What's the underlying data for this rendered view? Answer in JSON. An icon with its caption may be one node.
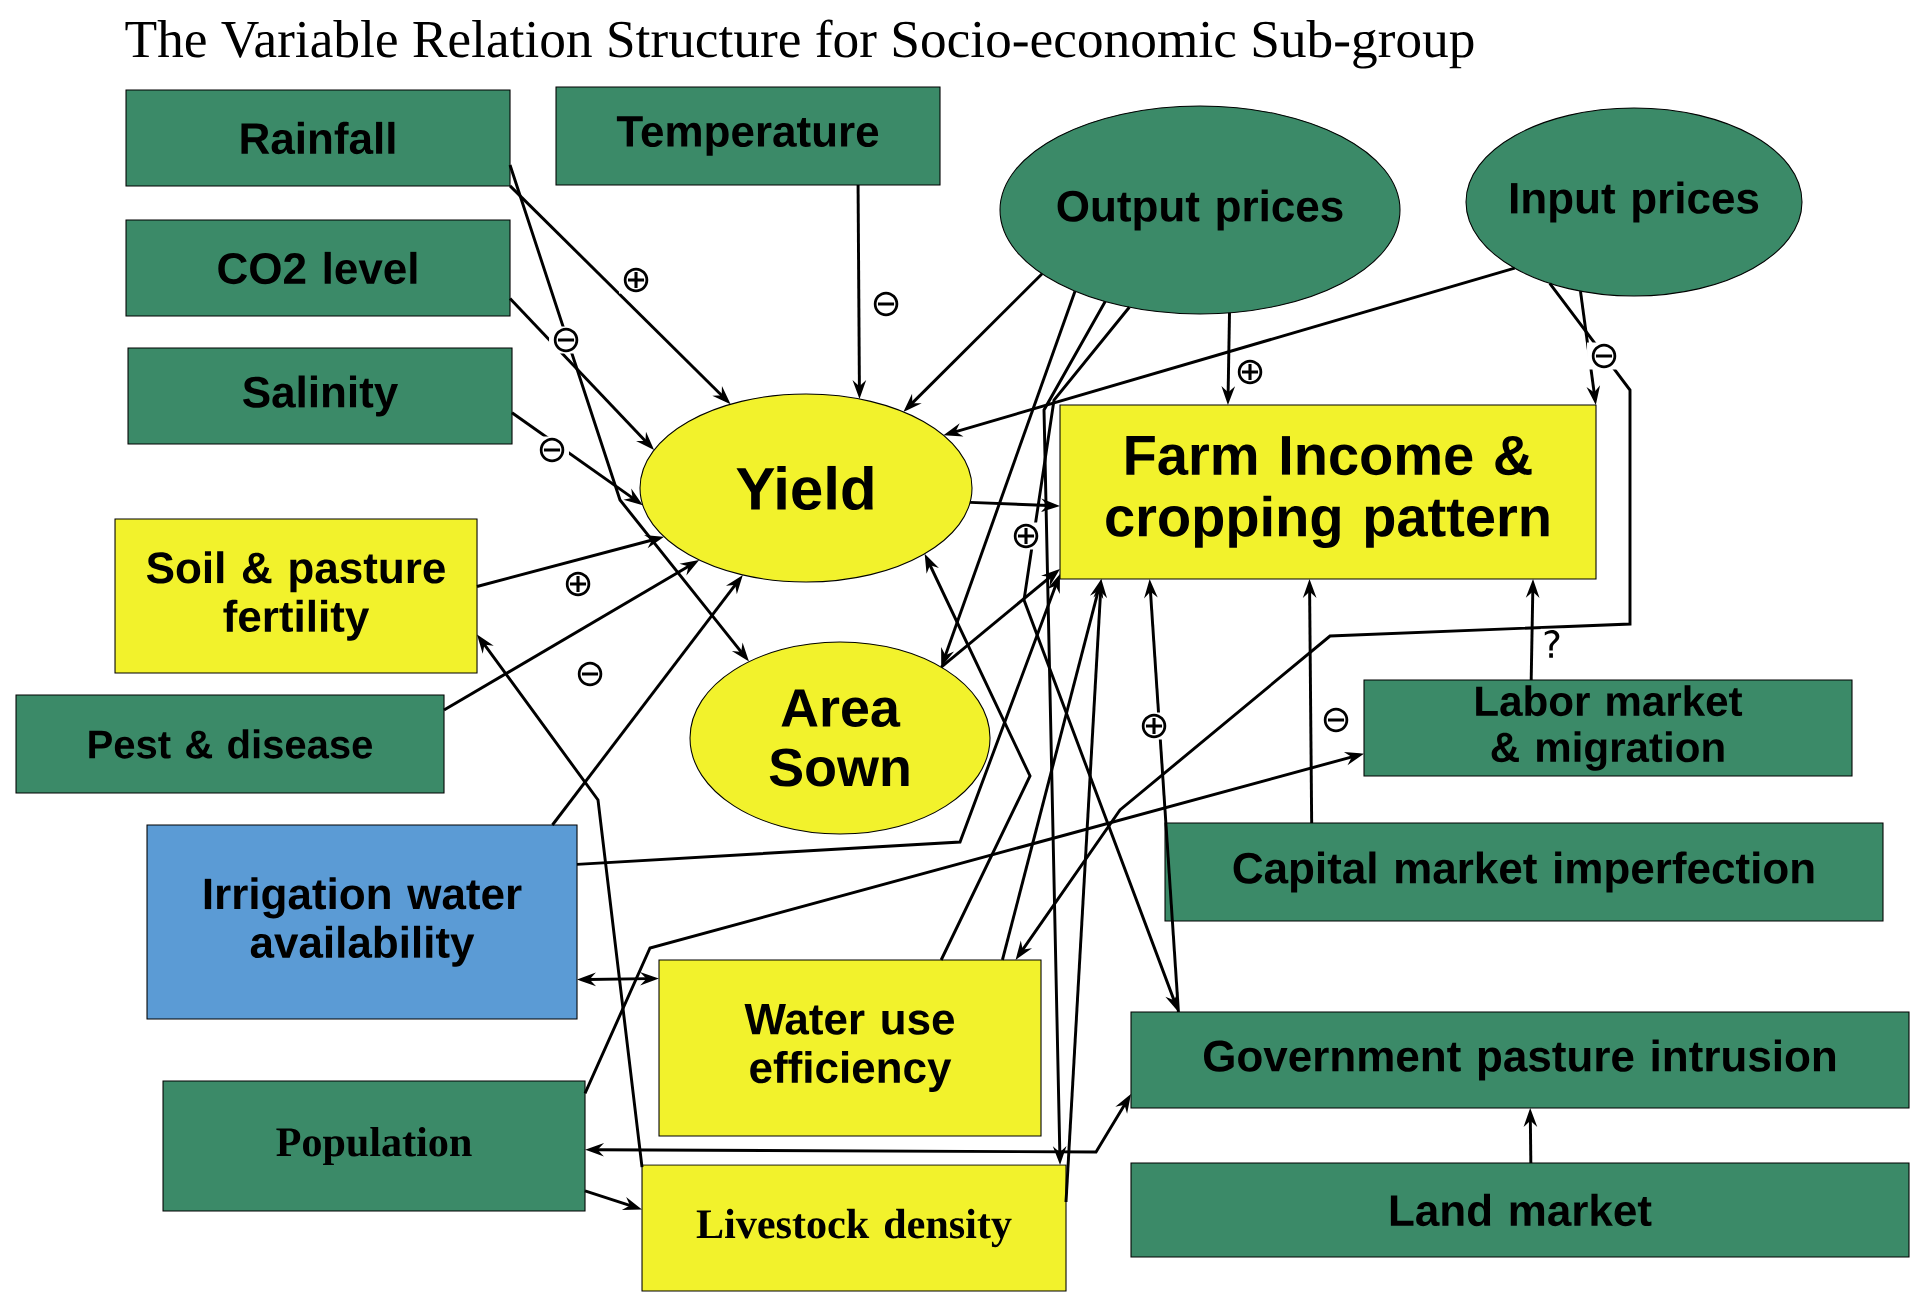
{
  "diagram": {
    "title": "The Variable Relation Structure for Socio-economic Sub-group",
    "nodes": [
      {
        "text": [
          "Rainfall"
        ]
      },
      {
        "text": [
          "Temperature"
        ]
      },
      {
        "text": [
          "CO2 level"
        ]
      },
      {
        "text": [
          "Salinity"
        ]
      },
      {
        "text": [
          "Output prices"
        ]
      },
      {
        "text": [
          "Input prices"
        ]
      },
      {
        "text": [
          "Yield"
        ]
      },
      {
        "text": [
          "Farm Income & cropping pattern"
        ]
      },
      {
        "text": [
          "Soil & pasture fertility"
        ]
      },
      {
        "text": [
          "Pest & disease"
        ]
      },
      {
        "text": [
          "Area Sown"
        ]
      },
      {
        "text": [
          "Labor market & migration"
        ]
      },
      {
        "text": [
          "Irrigation water availability"
        ]
      },
      {
        "text": [
          "Capital market imperfection"
        ]
      },
      {
        "text": [
          "Water use efficiency"
        ]
      },
      {
        "text": [
          "Government pasture intrusion"
        ]
      },
      {
        "text": [
          "Population"
        ]
      },
      {
        "text": [
          "Land market"
        ]
      },
      {
        "text": [
          "Livestock density"
        ]
      }
    ],
    "edges": [
      {
        "from": 0,
        "to": 6,
        "arrow": "to",
        "label": "⊕"
      },
      {
        "from": 0,
        "to": 10,
        "arrow": "to",
        "label": "⊖"
      },
      {
        "from": 1,
        "to": 6,
        "arrow": "to",
        "label": "⊖"
      },
      {
        "from": 2,
        "to": 6,
        "arrow": "to"
      },
      {
        "from": 3,
        "to": 6,
        "arrow": "to",
        "label": "⊖"
      },
      {
        "from": 8,
        "to": 6,
        "arrow": "to",
        "label": "⊕"
      },
      {
        "from": 9,
        "to": 6,
        "arrow": "to",
        "label": "⊖"
      },
      {
        "from": 12,
        "to": 6,
        "arrow": "to"
      },
      {
        "from": 12,
        "to": 7,
        "arrow": "to"
      },
      {
        "from": 18,
        "to": 8,
        "arrow": "to"
      },
      {
        "from": 12,
        "to": 14,
        "arrow": "both"
      },
      {
        "from": 16,
        "to": 18,
        "arrow": "to"
      },
      {
        "from": 16,
        "to": 15,
        "arrow": "both"
      },
      {
        "from": 16,
        "to": 11,
        "arrow": "to"
      },
      {
        "from": 14,
        "to": 6,
        "arrow": "to"
      },
      {
        "from": 4,
        "to": 6,
        "arrow": "to"
      },
      {
        "from": 4,
        "to": 7,
        "arrow": "to",
        "label": "⊕"
      },
      {
        "from": 4,
        "to": 10,
        "arrow": "to"
      },
      {
        "from": 4,
        "to": 18,
        "arrow": "to"
      },
      {
        "from": 4,
        "to": 15,
        "arrow": "to"
      },
      {
        "from": 5,
        "to": 6,
        "arrow": "to"
      },
      {
        "from": 5,
        "to": 7,
        "arrow": "to",
        "label": "⊖"
      },
      {
        "from": 5,
        "to": 14,
        "arrow": "to"
      },
      {
        "from": 6,
        "to": 7,
        "arrow": "to",
        "label": "⊕"
      },
      {
        "from": 10,
        "to": 7,
        "arrow": "to"
      },
      {
        "from": 14,
        "to": 7,
        "arrow": "to"
      },
      {
        "from": 18,
        "to": 7,
        "arrow": "to"
      },
      {
        "from": 15,
        "to": 7,
        "arrow": "to",
        "label": "⊕"
      },
      {
        "from": 13,
        "to": 7,
        "arrow": "to",
        "label": "⊖"
      },
      {
        "from": 11,
        "to": 7,
        "arrow": "to",
        "label": "?"
      },
      {
        "from": 17,
        "to": 15,
        "arrow": "to"
      }
    ]
  }
}
